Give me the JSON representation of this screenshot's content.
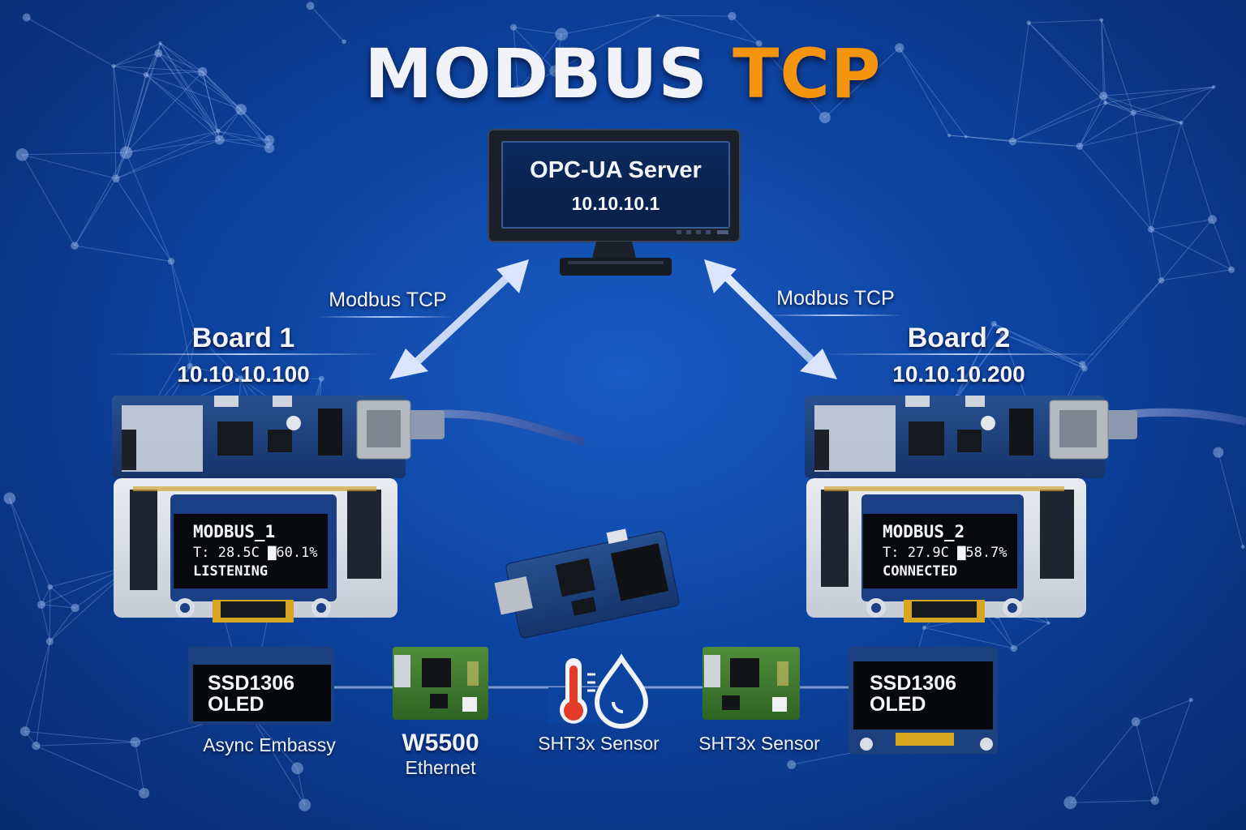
{
  "title": {
    "main": "MODBUS",
    "accent": "TCP"
  },
  "colors": {
    "accent": "#f5940f",
    "background": "#0d43a0",
    "text": "#f1f3f8"
  },
  "server": {
    "name": "OPC-UA Server",
    "ip": "10.10.10.1"
  },
  "links": {
    "left_label": "Modbus TCP",
    "right_label": "Modbus TCP"
  },
  "boards": [
    {
      "name": "Board 1",
      "ip": "10.10.10.100",
      "oled_name": "MODBUS_1",
      "oled_reading": "T: 28.5C  ▇60.1%",
      "oled_status": "LISTENING"
    },
    {
      "name": "Board 2",
      "ip": "10.10.10.200",
      "oled_name": "MODBUS_2",
      "oled_reading": "T: 27.9C  ▇58.7%",
      "oled_status": "CONNECTED"
    }
  ],
  "components": {
    "oled_left": {
      "line1": "SSD1306",
      "line2": "OLED",
      "caption": "Async Embassy"
    },
    "w5500": {
      "line1": "W5500",
      "line2": "Ethernet"
    },
    "sensor_left": {
      "caption": "SHT3x Sensor",
      "icon": "thermometer-droplet-icon"
    },
    "sensor_right": {
      "caption": "SHT3x Sensor"
    },
    "oled_right": {
      "line1": "SSD1306",
      "line2": "OLED"
    }
  }
}
